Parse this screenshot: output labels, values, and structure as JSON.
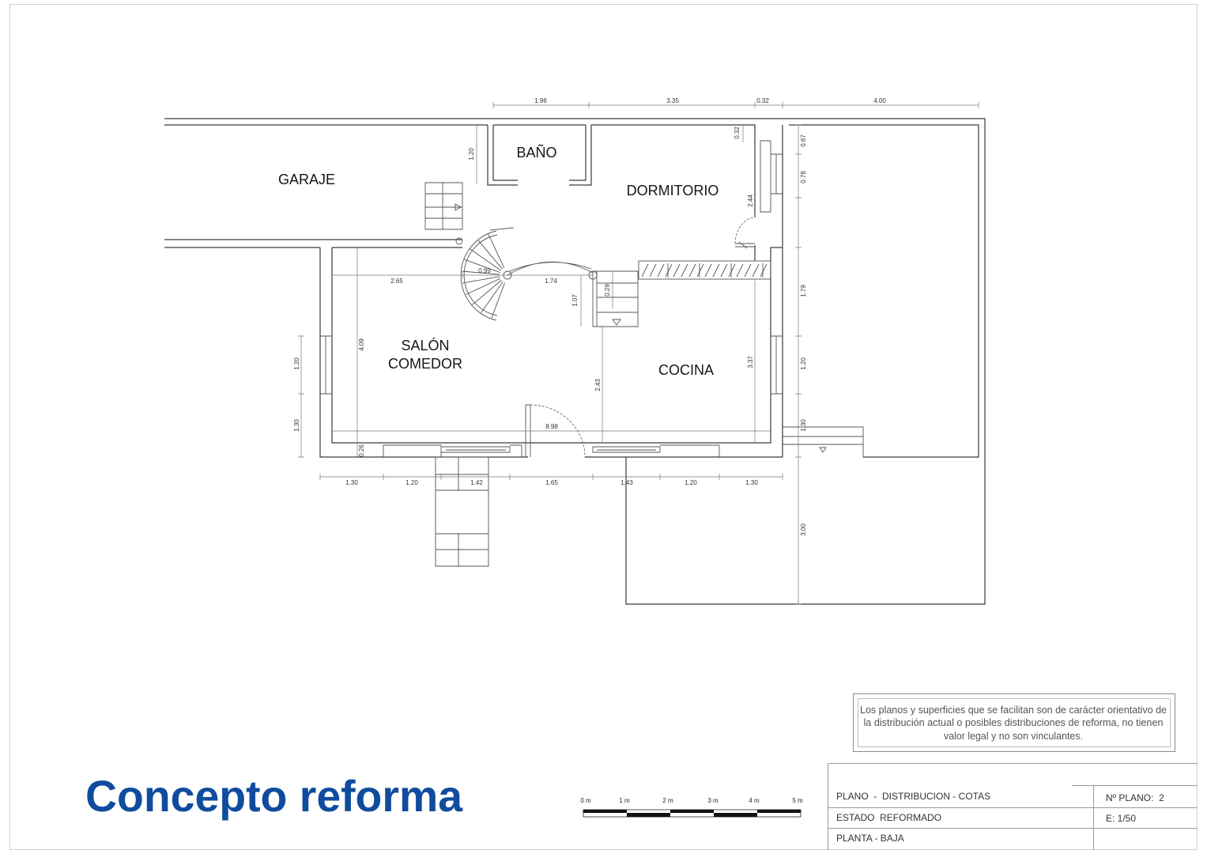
{
  "colors": {
    "title": "#0f4c9e",
    "plan_lines": "#3a3a3a"
  },
  "plan": {
    "rooms": {
      "garage": "GARAJE",
      "bathroom": "BAÑO",
      "bedroom": "DORMITORIO",
      "living_line1": "SALÓN",
      "living_line2": "COMEDOR",
      "kitchen": "COCINA"
    },
    "dimensions": {
      "top": [
        "1.96",
        "3.35",
        "0.32",
        "4.00"
      ],
      "interior": [
        "2.65",
        "0.99",
        "1.74",
        "8.98"
      ],
      "bottom": [
        "1.30",
        "1.20",
        "1.42",
        "1.65",
        "1.43",
        "1.20",
        "1.30"
      ],
      "vertical": [
        "1.20",
        "0.32",
        "0.67",
        "0.78",
        "2.44",
        "1.79",
        "1.07",
        "0.29",
        "4.09",
        "1.20",
        "3.37",
        "1.20",
        "2.43",
        "1.30",
        "1.30",
        "0.26",
        "3.00"
      ]
    }
  },
  "disclaimer": {
    "lines": [
      "Los planos y superficies que se facilitan son de carácter orientativo de",
      "la distribución actual o posibles distribuciones de reforma, no tienen",
      "valor legal y no son vinculantes."
    ]
  },
  "title": "Concepto reforma",
  "scale_bar": {
    "labels": [
      "0 m",
      "1 m",
      "2 m",
      "3 m",
      "4 m",
      "5 m"
    ]
  },
  "title_block": {
    "plano": "PLANO  -  DISTRIBUCION - COTAS",
    "plano_number": "Nº PLANO:  2",
    "estado": "ESTADO  REFORMADO",
    "scale": "E: 1/50",
    "planta": "PLANTA - BAJA"
  }
}
